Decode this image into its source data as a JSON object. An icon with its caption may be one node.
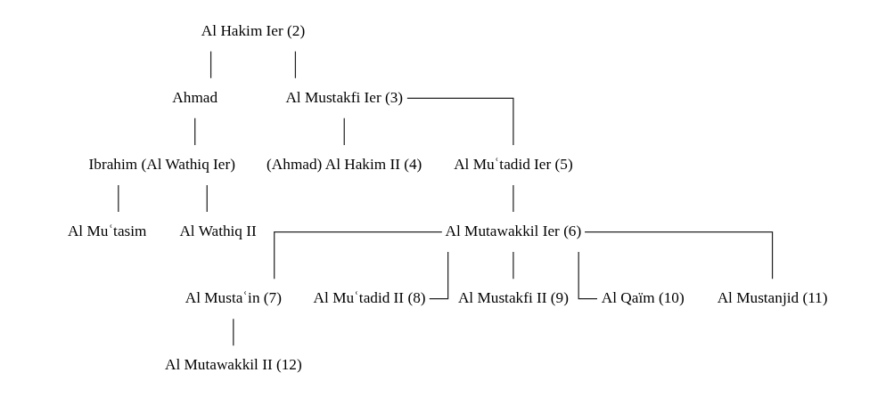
{
  "diagram": {
    "nodes": [
      {
        "text": [
          "Al Hakim Ier (2)"
        ]
      },
      {
        "text": [
          "Ahmad"
        ]
      },
      {
        "text": [
          "Al Mustakfi Ier (3)"
        ]
      },
      {
        "text": [
          "Ibrahim (Al Wathiq Ier)"
        ]
      },
      {
        "text": [
          "(Ahmad) Al Hakim II (4)"
        ]
      },
      {
        "text": [
          "Al Muʿtadid Ier (5)"
        ]
      },
      {
        "text": [
          "Al Muʿtasim"
        ]
      },
      {
        "text": [
          "Al Wathiq II"
        ]
      },
      {
        "text": [
          "Al Mutawakkil Ier (6)"
        ]
      },
      {
        "text": [
          "Al Mustaʿin (7)"
        ]
      },
      {
        "text": [
          "Al Muʿtadid II (8)"
        ]
      },
      {
        "text": [
          "Al Mustakfi II (9)"
        ]
      },
      {
        "text": [
          "Al Qaïm (10)"
        ]
      },
      {
        "text": [
          "Al Mustanjid (11)"
        ]
      },
      {
        "text": [
          "Al Mutawakkil II (12)"
        ]
      }
    ],
    "edges": [
      {
        "from": 0,
        "to": 1,
        "arrow": "none"
      },
      {
        "from": 0,
        "to": 2,
        "arrow": "none"
      },
      {
        "from": 1,
        "to": 3,
        "arrow": "none"
      },
      {
        "from": 2,
        "to": 4,
        "arrow": "none"
      },
      {
        "from": 2,
        "to": 5,
        "arrow": "none"
      },
      {
        "from": 3,
        "to": 6,
        "arrow": "none"
      },
      {
        "from": 3,
        "to": 7,
        "arrow": "none"
      },
      {
        "from": 5,
        "to": 8,
        "arrow": "none"
      },
      {
        "from": 8,
        "to": 9,
        "arrow": "none"
      },
      {
        "from": 8,
        "to": 10,
        "arrow": "none"
      },
      {
        "from": 8,
        "to": 11,
        "arrow": "none"
      },
      {
        "from": 8,
        "to": 12,
        "arrow": "none"
      },
      {
        "from": 8,
        "to": 13,
        "arrow": "none"
      },
      {
        "from": 9,
        "to": 14,
        "arrow": "none"
      }
    ]
  }
}
